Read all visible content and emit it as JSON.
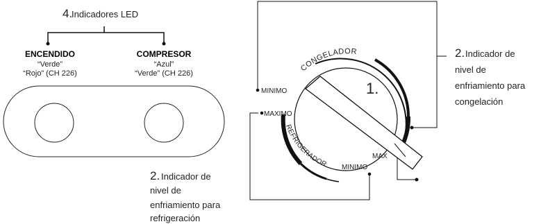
{
  "led_section": {
    "number": "4.",
    "title": "Indicadores LED",
    "left_indicator": {
      "name": "ENCENDIDO",
      "line1": "“Verde”",
      "line2": "“Rojo” (CH 226)"
    },
    "right_indicator": {
      "name": "COMPRESOR",
      "line1": "“Azul”",
      "line2": "“Verde” (CH 226)"
    }
  },
  "callout_freezer": {
    "number": "2.",
    "lines": [
      "Indicador de",
      "nivel de",
      "enfriamiento para",
      "congelación"
    ]
  },
  "callout_fridge": {
    "number": "2.",
    "lines": [
      "Indicador de",
      "nivel de",
      "enfriamiento para",
      "refrigeración"
    ]
  },
  "dial": {
    "number": "1.",
    "arc_top_label": "CONGELADOR",
    "arc_bottom_label": "REFRIGERADOR",
    "freezer_min_label": "MINIMO",
    "fridge_max_label": "MAXIMO",
    "fridge_min_label": "MINIMO",
    "knob_max_label": "MAX"
  }
}
